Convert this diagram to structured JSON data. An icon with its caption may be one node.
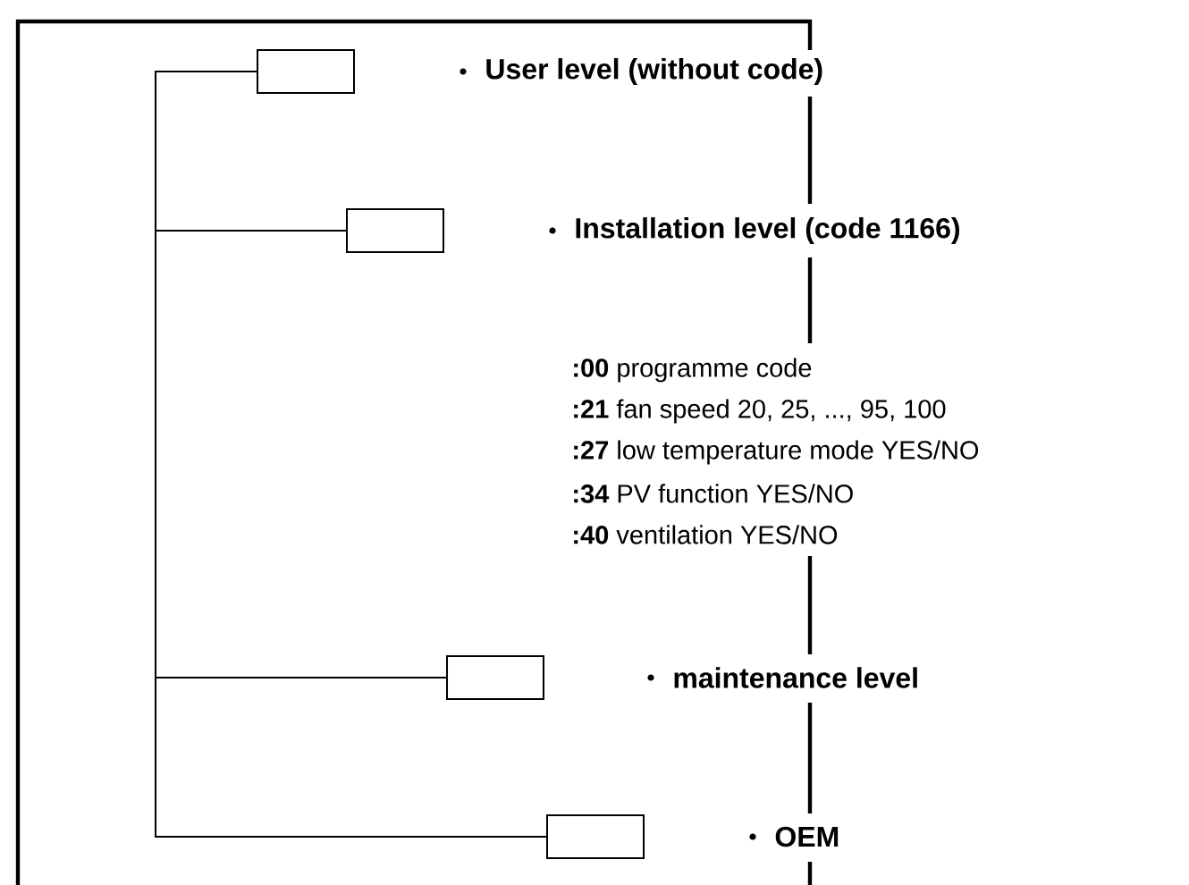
{
  "diagram": {
    "nodes": [
      {
        "text": [],
        "shape": "box"
      },
      {
        "text": [],
        "shape": "box"
      },
      {
        "text": [],
        "shape": "box"
      },
      {
        "text": [],
        "shape": "box"
      }
    ],
    "edges": [
      {
        "from": 0,
        "to": 1,
        "arrow": "none"
      },
      {
        "from": 0,
        "to": 2,
        "arrow": "none"
      },
      {
        "from": 0,
        "to": 3,
        "arrow": "none"
      }
    ],
    "labels": [
      "User level (without code)",
      "Installation level (code 1166)",
      "**:00** programme code",
      "**:21**  fan speed 20, 25, ..., 95, 100",
      "**:27**  low temperature mode YES/NO",
      "**:34** PV function YES/NO",
      "**:40** ventilation YES/NO",
      "maintenance level",
      "OEM"
    ]
  }
}
